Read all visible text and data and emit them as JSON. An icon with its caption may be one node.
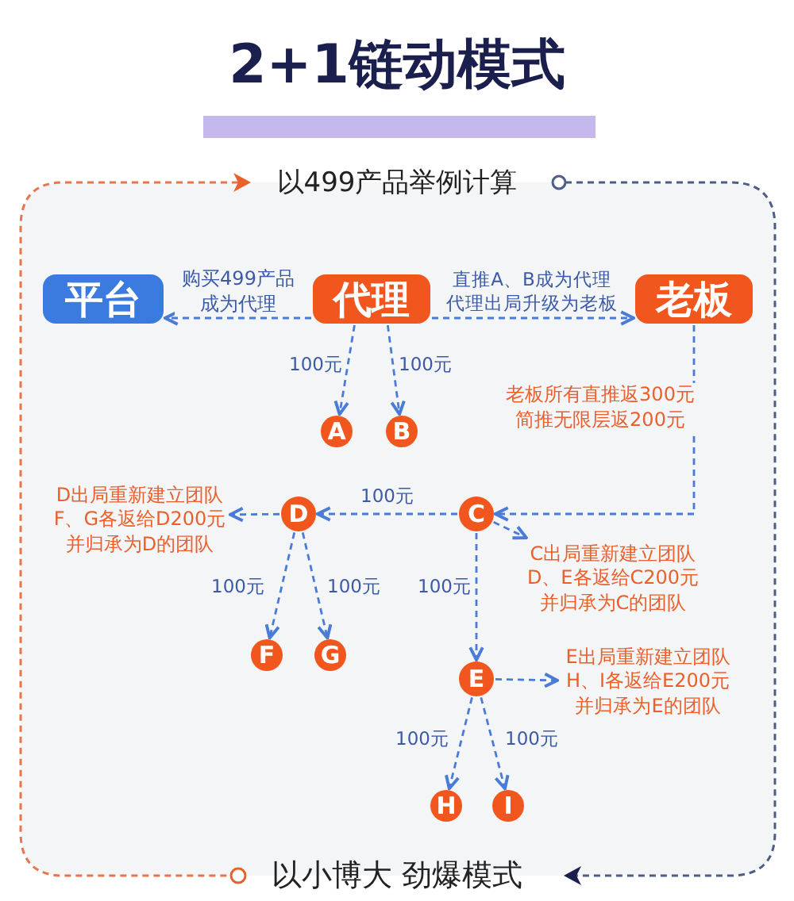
{
  "diagram": {
    "title": "**2+1**链动模式",
    "nodes": [
      {
        "text": [
          "平台"
        ]
      },
      {
        "text": [
          "代理"
        ]
      },
      {
        "text": [
          "老板"
        ]
      },
      {
        "text": [
          "A"
        ]
      },
      {
        "text": [
          "B"
        ]
      },
      {
        "text": [
          "C"
        ]
      },
      {
        "text": [
          "D"
        ]
      },
      {
        "text": [
          "E"
        ]
      },
      {
        "text": [
          "F"
        ]
      },
      {
        "text": [
          "G"
        ]
      },
      {
        "text": [
          "H"
        ]
      },
      {
        "text": [
          "I"
        ]
      },
      {
        "text": [
          "D出局重新建立团队F、G各返给D200元并归承为D的团队"
        ]
      },
      {
        "text": [
          "C出局重新建立团队D、E各返给C200元并归承为C的团队"
        ]
      },
      {
        "text": [
          "E出局重新建立团队H、I各返给E200元并归承为E的团队"
        ]
      }
    ],
    "edges": [
      {
        "from": 1,
        "to": 0,
        "arrow": "to",
        "label": "购买499产品成为代理"
      },
      {
        "from": 1,
        "to": 2,
        "arrow": "to",
        "label": "直推A、B成为代理代理出局升级为老板"
      },
      {
        "from": 1,
        "to": 3,
        "arrow": "to",
        "label": "100元"
      },
      {
        "from": 1,
        "to": 4,
        "arrow": "to",
        "label": "100元"
      },
      {
        "from": 2,
        "to": 5,
        "arrow": "to",
        "label": "老板所有直推返300元简推无限层返200元"
      },
      {
        "from": 5,
        "to": 6,
        "arrow": "to",
        "label": "100元"
      },
      {
        "from": 5,
        "to": 13,
        "arrow": "to"
      },
      {
        "from": 5,
        "to": 7,
        "arrow": "to",
        "label": "100元"
      },
      {
        "from": 6,
        "to": 12,
        "arrow": "to"
      },
      {
        "from": 6,
        "to": 8,
        "arrow": "to",
        "label": "100元"
      },
      {
        "from": 6,
        "to": 9,
        "arrow": "to",
        "label": "100元"
      },
      {
        "from": 7,
        "to": 14,
        "arrow": "to"
      },
      {
        "from": 7,
        "to": 10,
        "arrow": "to",
        "label": "100元"
      },
      {
        "from": 7,
        "to": 11,
        "arrow": "to",
        "label": "100元"
      }
    ],
    "labels": [
      "以499产品举例计算",
      "以小博大 劲爆模式"
    ]
  }
}
